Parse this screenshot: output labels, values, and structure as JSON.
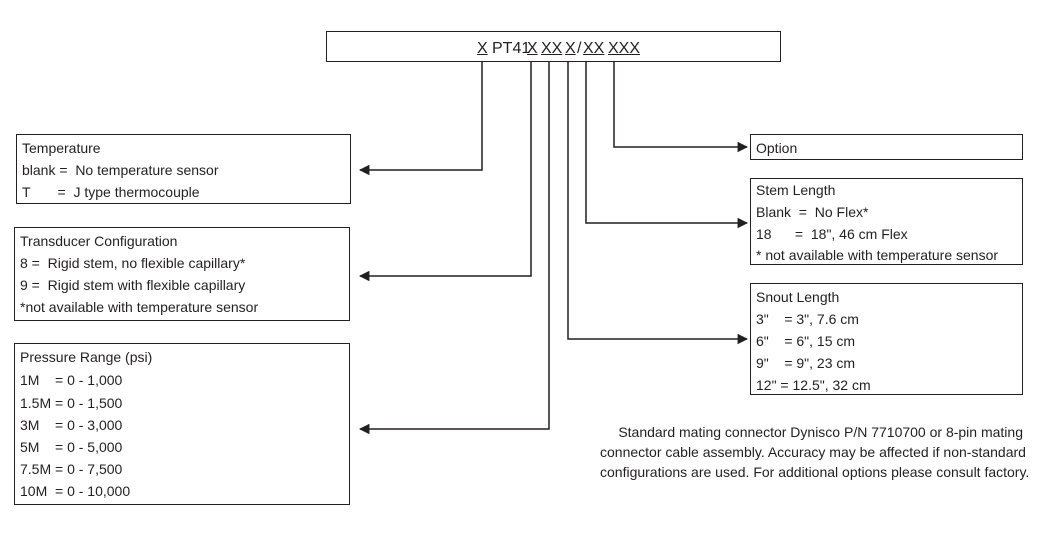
{
  "header": {
    "segments": [
      {
        "text": "X",
        "underlined": true
      },
      {
        "text": "PT41",
        "underlined": false
      },
      {
        "text": "X",
        "underlined": true
      },
      {
        "text": "XX",
        "underlined": true
      },
      {
        "text": "X",
        "underlined": true
      },
      {
        "text": "/",
        "underlined": false
      },
      {
        "text": "XX",
        "underlined": true
      },
      {
        "text": "XXX",
        "underlined": true
      }
    ]
  },
  "temperature": {
    "title": "Temperature",
    "lines": [
      "blank =  No temperature sensor",
      "T       =  J type thermocouple"
    ]
  },
  "transducer": {
    "title": "Transducer Configuration",
    "lines": [
      "8 =  Rigid stem, no flexible capillary*",
      "9 =  Rigid stem with flexible capillary",
      "*not available with temperature sensor"
    ]
  },
  "pressure": {
    "title": "Pressure Range (psi)",
    "lines": [
      "1M    = 0 - 1,000",
      "1.5M = 0 - 1,500",
      "3M    = 0 - 3,000",
      "5M    = 0 - 5,000",
      "7.5M = 0 - 7,500",
      "10M  = 0 - 10,000"
    ]
  },
  "option": {
    "title": "Option"
  },
  "stem": {
    "title": "Stem Length",
    "lines": [
      "Blank  =  No Flex*",
      "18      =  18\", 46 cm Flex",
      "* not available with temperature sensor"
    ]
  },
  "snout": {
    "title": "Snout Length",
    "lines": [
      "3\"    = 3\", 7.6 cm",
      "6\"    = 6\", 15 cm",
      "9\"    = 9\", 23 cm",
      "12\" = 12.5\", 32 cm"
    ]
  },
  "note": {
    "lines": [
      "Standard mating connector Dynisco P/N 7710700 or 8-pin mating",
      "connector cable assembly. Accuracy may be affected if non-standard",
      "configurations are used. For additional options please consult factory."
    ]
  }
}
